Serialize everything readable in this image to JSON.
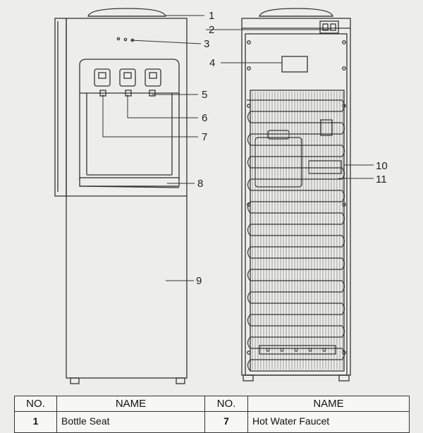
{
  "callouts": [
    "1",
    "2",
    "3",
    "4",
    "5",
    "6",
    "7",
    "8",
    "9",
    "10",
    "11"
  ],
  "table": {
    "headers": [
      "NO.",
      "NAME",
      "NO.",
      "NAME"
    ],
    "rows": [
      {
        "no_left": "1",
        "name_left": "Bottle Seat",
        "no_right": "7",
        "name_right": "Hot Water Faucet"
      }
    ]
  },
  "colors": {
    "line": "#333333",
    "background": "#ededeb"
  }
}
